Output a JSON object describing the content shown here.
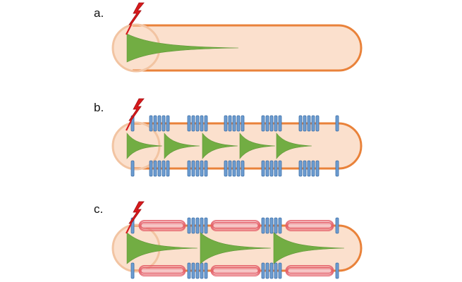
{
  "panels": [
    {
      "label": "a.",
      "variant": "plain"
    },
    {
      "label": "b.",
      "variant": "channels"
    },
    {
      "label": "c.",
      "variant": "myelinated"
    }
  ],
  "colors": {
    "membrane_fill": "#fbe0cd",
    "membrane_stroke": "#e9823a",
    "soma_stroke": "#f2c4a2",
    "signal": "#72ad43",
    "signal_dark": "#5c9634",
    "channel_fill": "#6c9dd2",
    "channel_stroke": "#3f6fa6",
    "myelin_fill": "#f6c6c6",
    "myelin_stroke": "#e4606a",
    "bolt": "#d7191c"
  },
  "icons": {
    "stimulus": "lightning-bolt-icon",
    "channel": "ion-channel-icon",
    "sheath": "myelin-sheath-icon"
  }
}
